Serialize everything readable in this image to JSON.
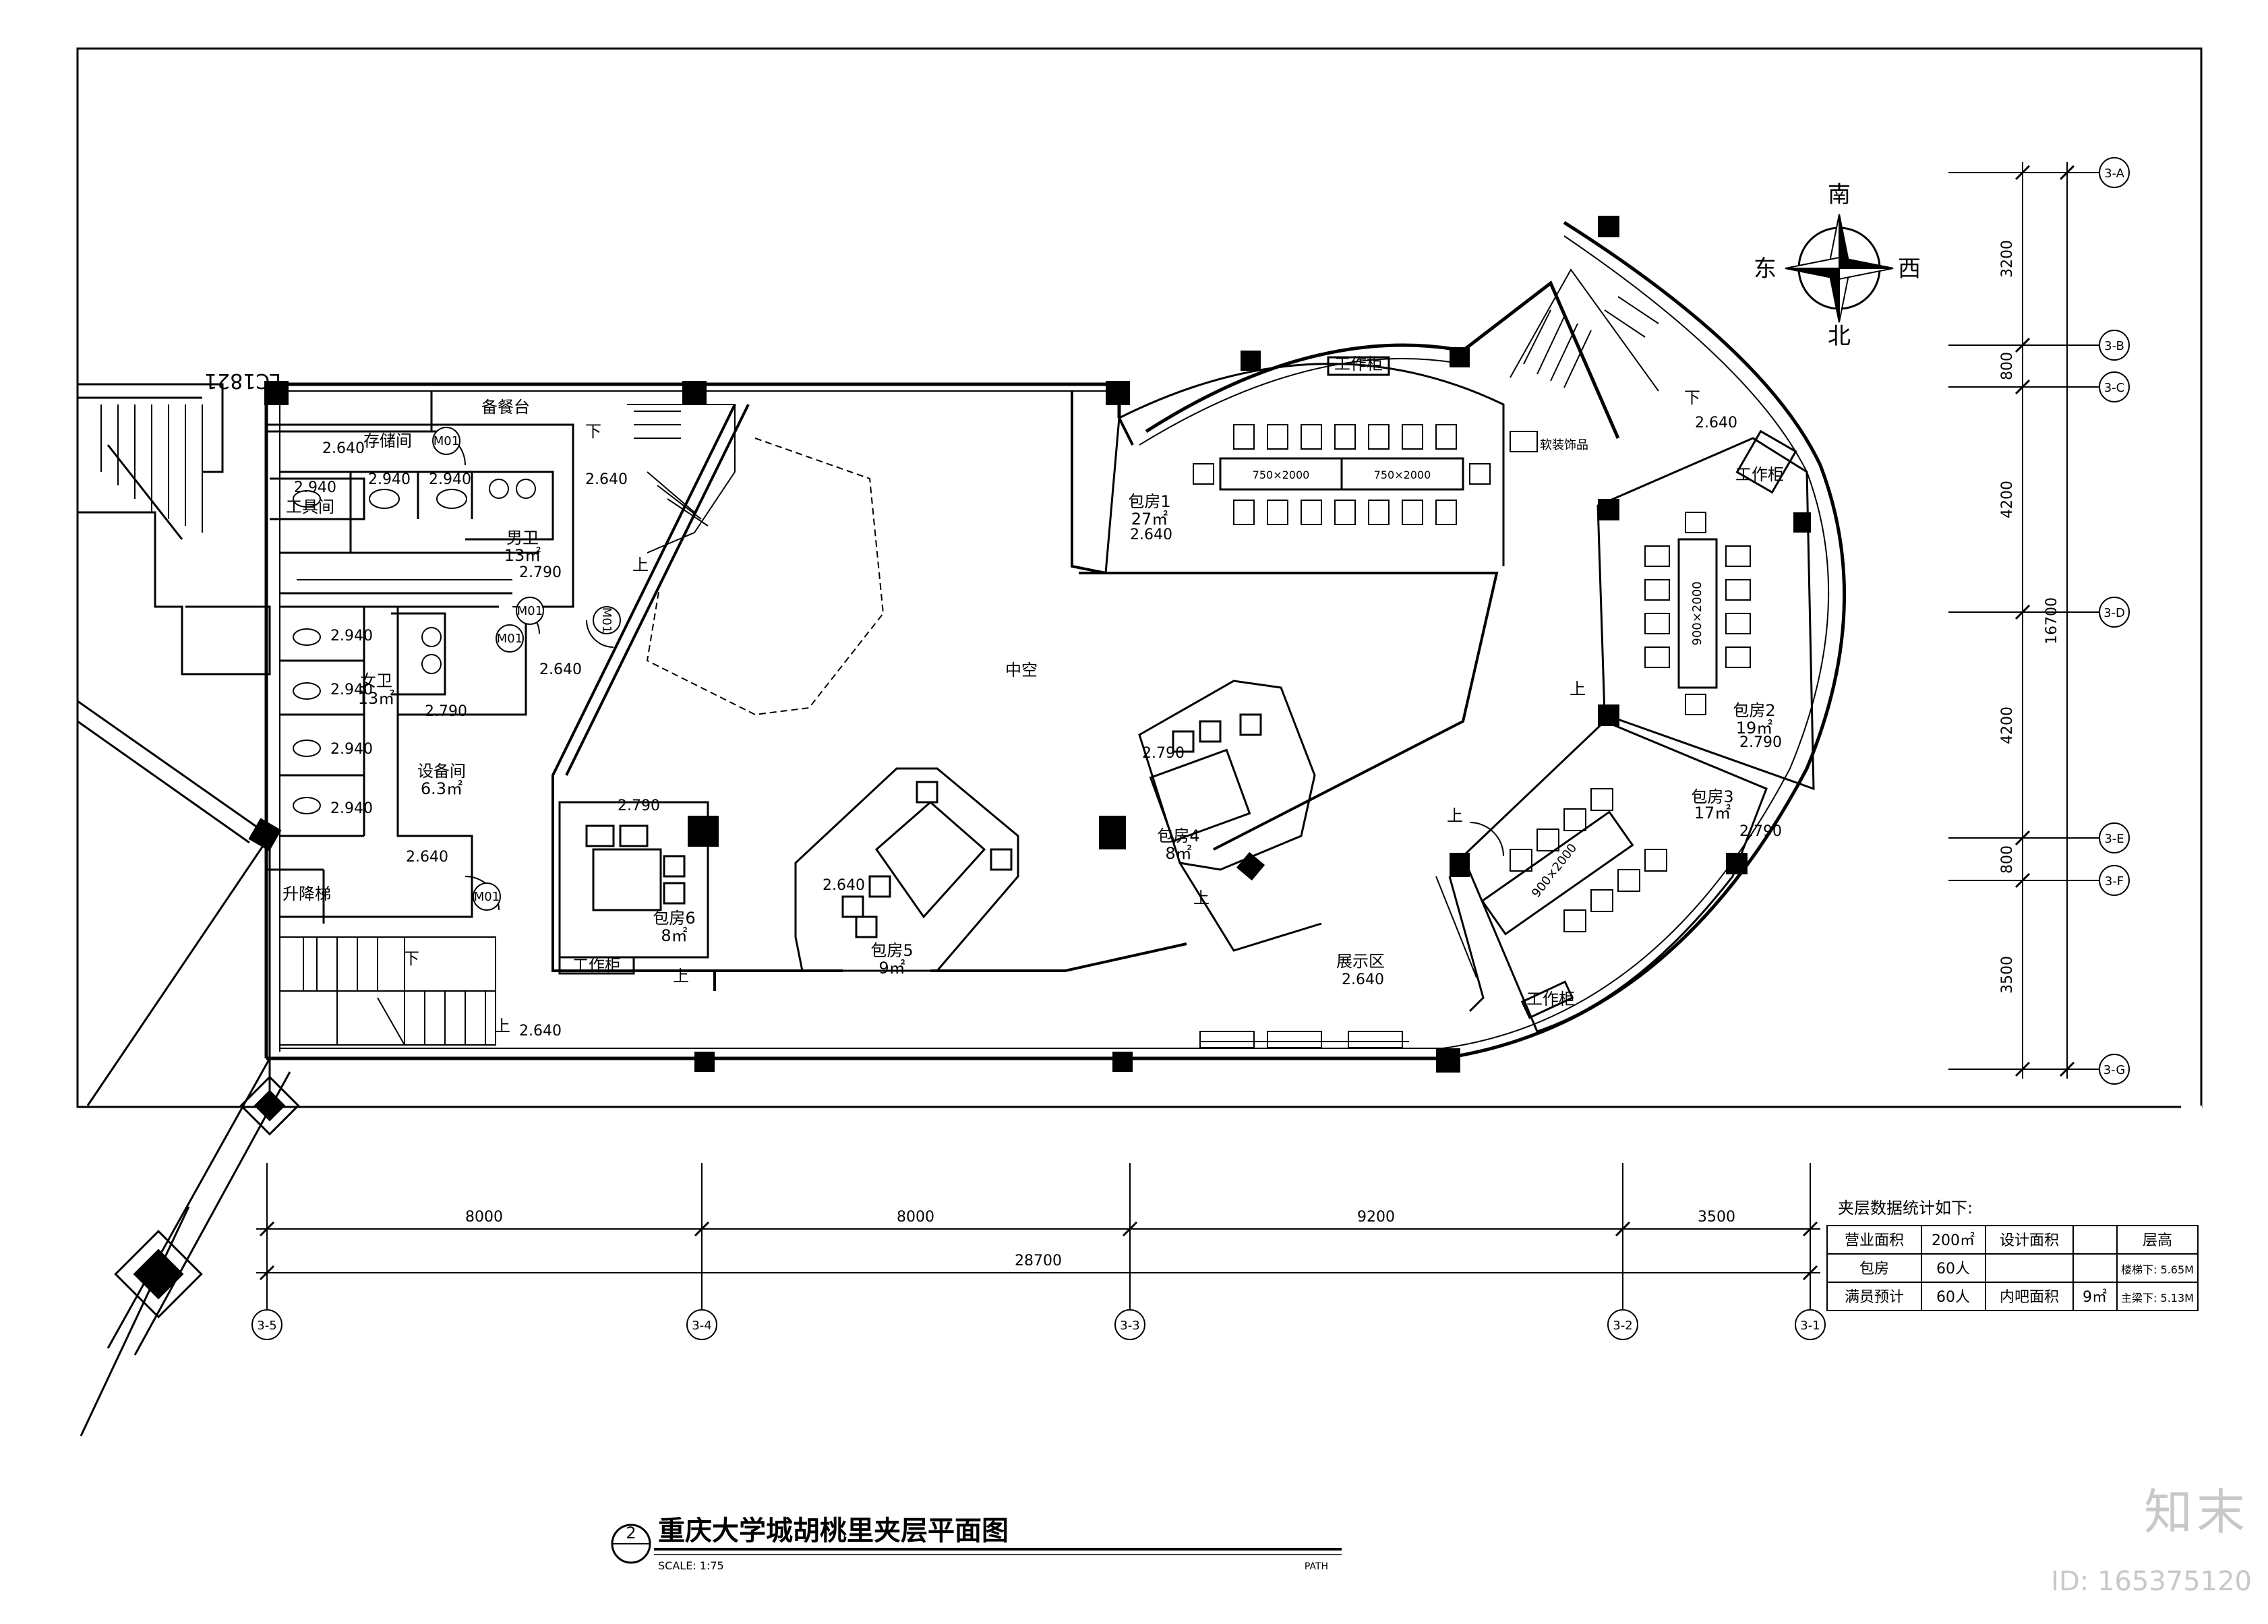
{
  "drawing": {
    "title": "重庆大学城胡桃里夹层平面图",
    "number": "2",
    "scale": "SCALE:  1:75",
    "path": "PATH",
    "stair_tag": "LC1821"
  },
  "compass": {
    "south": "南",
    "north": "北",
    "east": "东",
    "west": "西"
  },
  "grid_bottom": {
    "spans": [
      "8000",
      "8000",
      "9200",
      "3500"
    ],
    "total": "28700",
    "axes": [
      "3-5",
      "3-4",
      "3-3",
      "3-2",
      "3-1"
    ]
  },
  "grid_right": {
    "spans": [
      "3200",
      "800",
      "4200",
      "4200",
      "800",
      "3500"
    ],
    "total": "16700",
    "axes": [
      "3-A",
      "3-B",
      "3-C",
      "3-D",
      "3-E",
      "3-F",
      "3-G"
    ]
  },
  "rooms": {
    "prep": "备餐台",
    "storage": "存储间",
    "tools": "工具间",
    "male_wc": "男卫",
    "male_wc_area": "13㎡",
    "female_wc": "女卫",
    "female_wc_area": "13㎡",
    "equipment": "设备间",
    "equipment_area": "6.3㎡",
    "lift": "升降梯",
    "void": "中空",
    "private1": "包房1",
    "private1_area": "27㎡",
    "private2": "包房2",
    "private2_area": "19㎡",
    "private3": "包房3",
    "private3_area": "17㎡",
    "private4": "包房4",
    "private4_area": "8㎡",
    "private5": "包房5",
    "private5_area": "9㎡",
    "private6": "包房6",
    "private6_area": "8㎡",
    "display": "展示区",
    "cabinet": "工作柜",
    "soft_goods": "软装饰品",
    "table_a": "750×2000",
    "table_b": "750×2000",
    "table_c": "900×2000",
    "table_d": "900×2000"
  },
  "levels": {
    "l2640": "2.640",
    "l2940": "2.940",
    "l2790": "2.790"
  },
  "marks": {
    "down": "下",
    "up": "上",
    "door": "M01"
  },
  "stats": {
    "heading": "夹层数据统计如下:",
    "rows": [
      [
        "营业面积",
        "200㎡",
        "设计面积",
        "",
        "层高"
      ],
      [
        "包房",
        "60人",
        "",
        "",
        "楼梯下: 5.65M"
      ],
      [
        "满员预计",
        "60人",
        "内吧面积",
        "9㎡",
        "主梁下: 5.13M"
      ]
    ]
  },
  "watermark": {
    "logo": "知末",
    "id": "ID: 165375120"
  }
}
